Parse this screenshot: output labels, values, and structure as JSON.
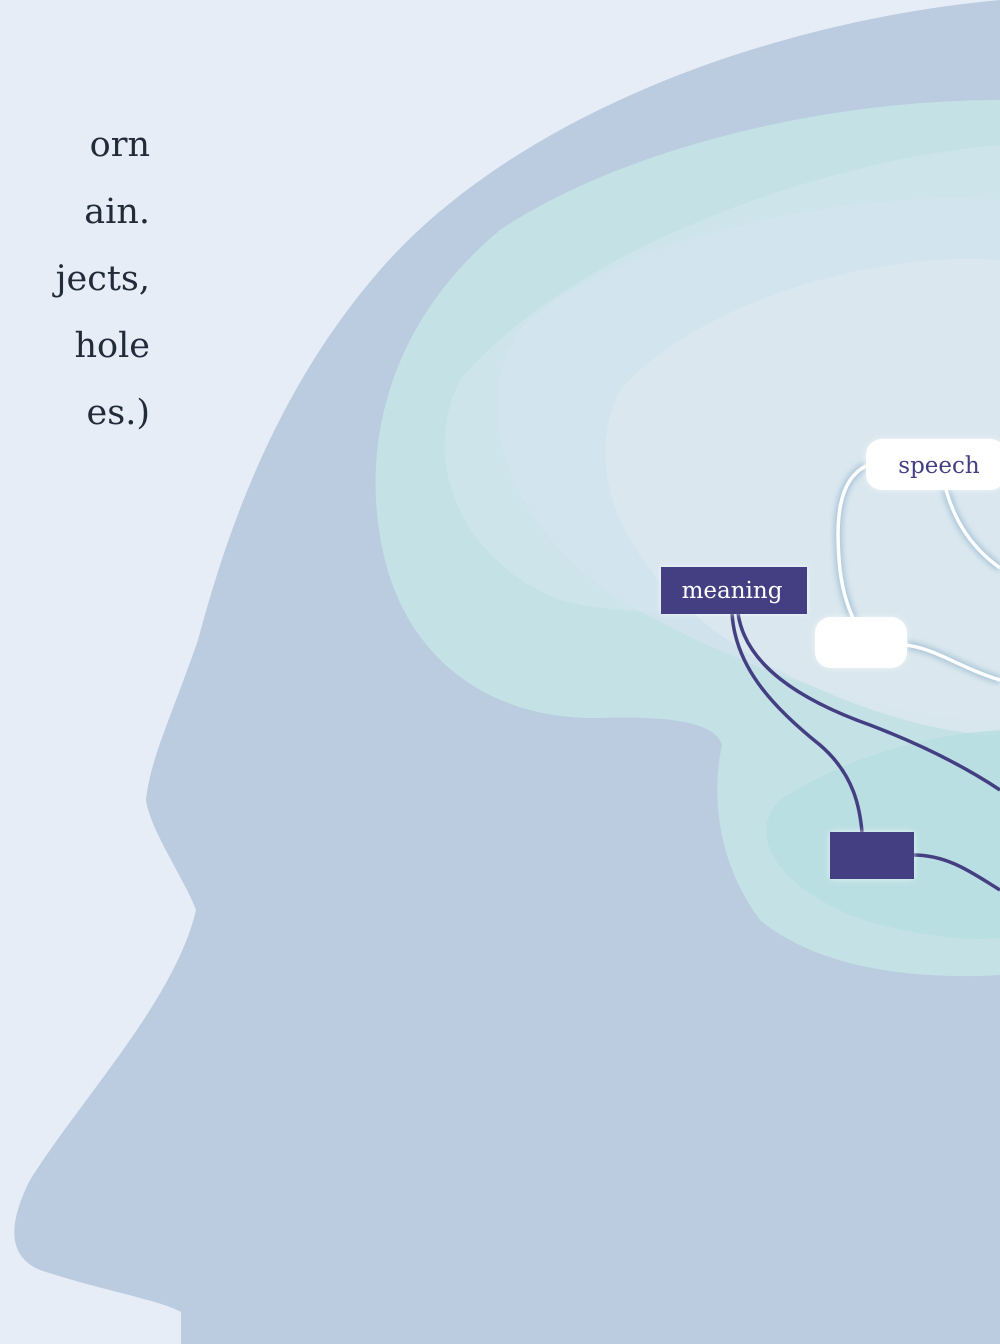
{
  "intro_lines": [
    "orn",
    "ain.",
    "jects,",
    "hole",
    "es.)"
  ],
  "labels": {
    "speech": "speech",
    "meaning": "meaning"
  },
  "colors": {
    "background": "#e6edf6",
    "head": "#bbcbe0",
    "brain_light": "#dce7ee",
    "brain_teal": "#c4e2e6",
    "semantic_path": "#443e82",
    "phonological_path": "#ffffff",
    "text": "#222b3a"
  }
}
